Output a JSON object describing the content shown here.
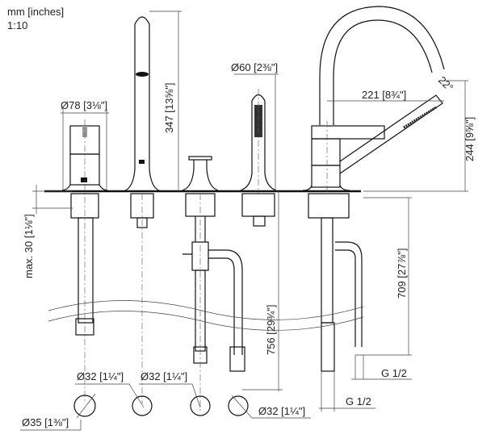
{
  "header": {
    "units": "mm [inches]",
    "scale": "1:10"
  },
  "dimensions": {
    "mixer_diameter": "Ø78 [3⅛\"]",
    "spray_height": "347 [13⅝\"]",
    "shower_diameter": "Ø60 [2⅜\"]",
    "spout_reach": "221 [8¾\"]",
    "spout_angle": "22°",
    "spout_height": "244 [9⅝\"]",
    "max_deck": "max. 30 [1⅛\"]",
    "hose_length": "756 [29¾\"]",
    "spout_hose_length": "709 [27⅞\"]",
    "hole_1": "Ø35 [1⅜\"]",
    "hole_2": "Ø32 [1¼\"]",
    "hole_3": "Ø32 [1¼\"]",
    "hole_4": "Ø32 [1¼\"]",
    "thread_1": "G 1/2",
    "thread_2": "G 1/2"
  }
}
